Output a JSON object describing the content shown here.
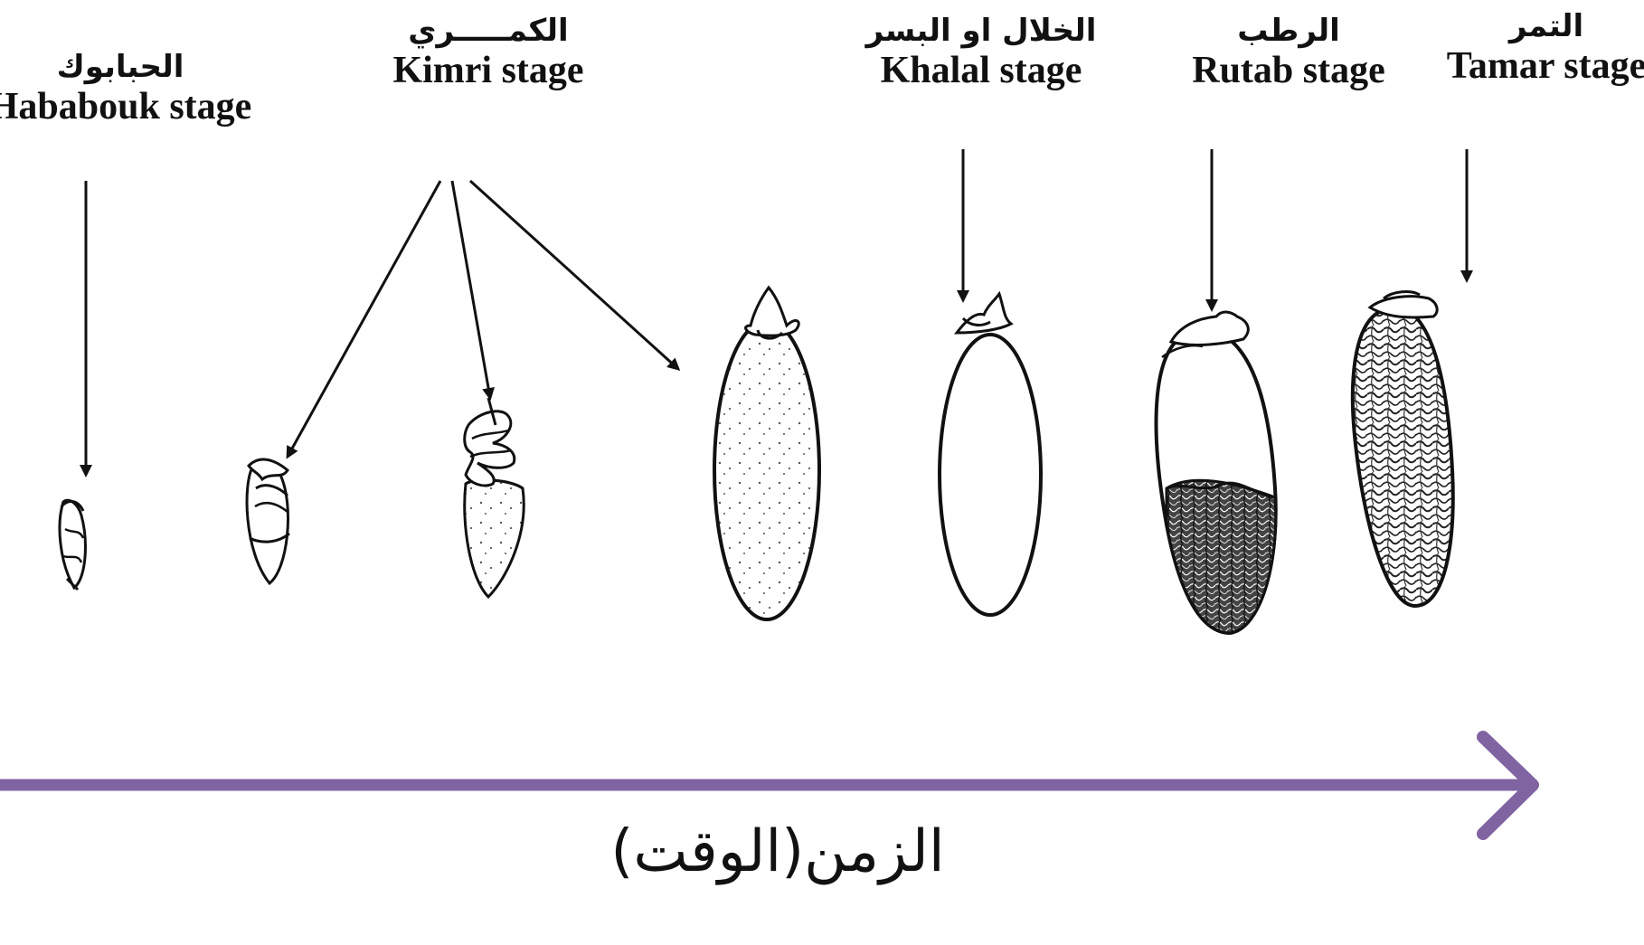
{
  "stages": [
    {
      "id": "hababouk",
      "arabic": "الحبابوك",
      "english": "Hababouk stage"
    },
    {
      "id": "kimri",
      "arabic": "الكمـــــري",
      "english": "Kimri stage"
    },
    {
      "id": "khalal",
      "arabic": "الخلال او البسر",
      "english": "Khalal stage"
    },
    {
      "id": "rutab",
      "arabic": "الرطب",
      "english": "Rutab stage"
    },
    {
      "id": "tamar",
      "arabic": "التمر",
      "english": "Tamar stage"
    }
  ],
  "time_axis": {
    "label": "الزمن(الوقت)",
    "color": "#8064a2"
  }
}
